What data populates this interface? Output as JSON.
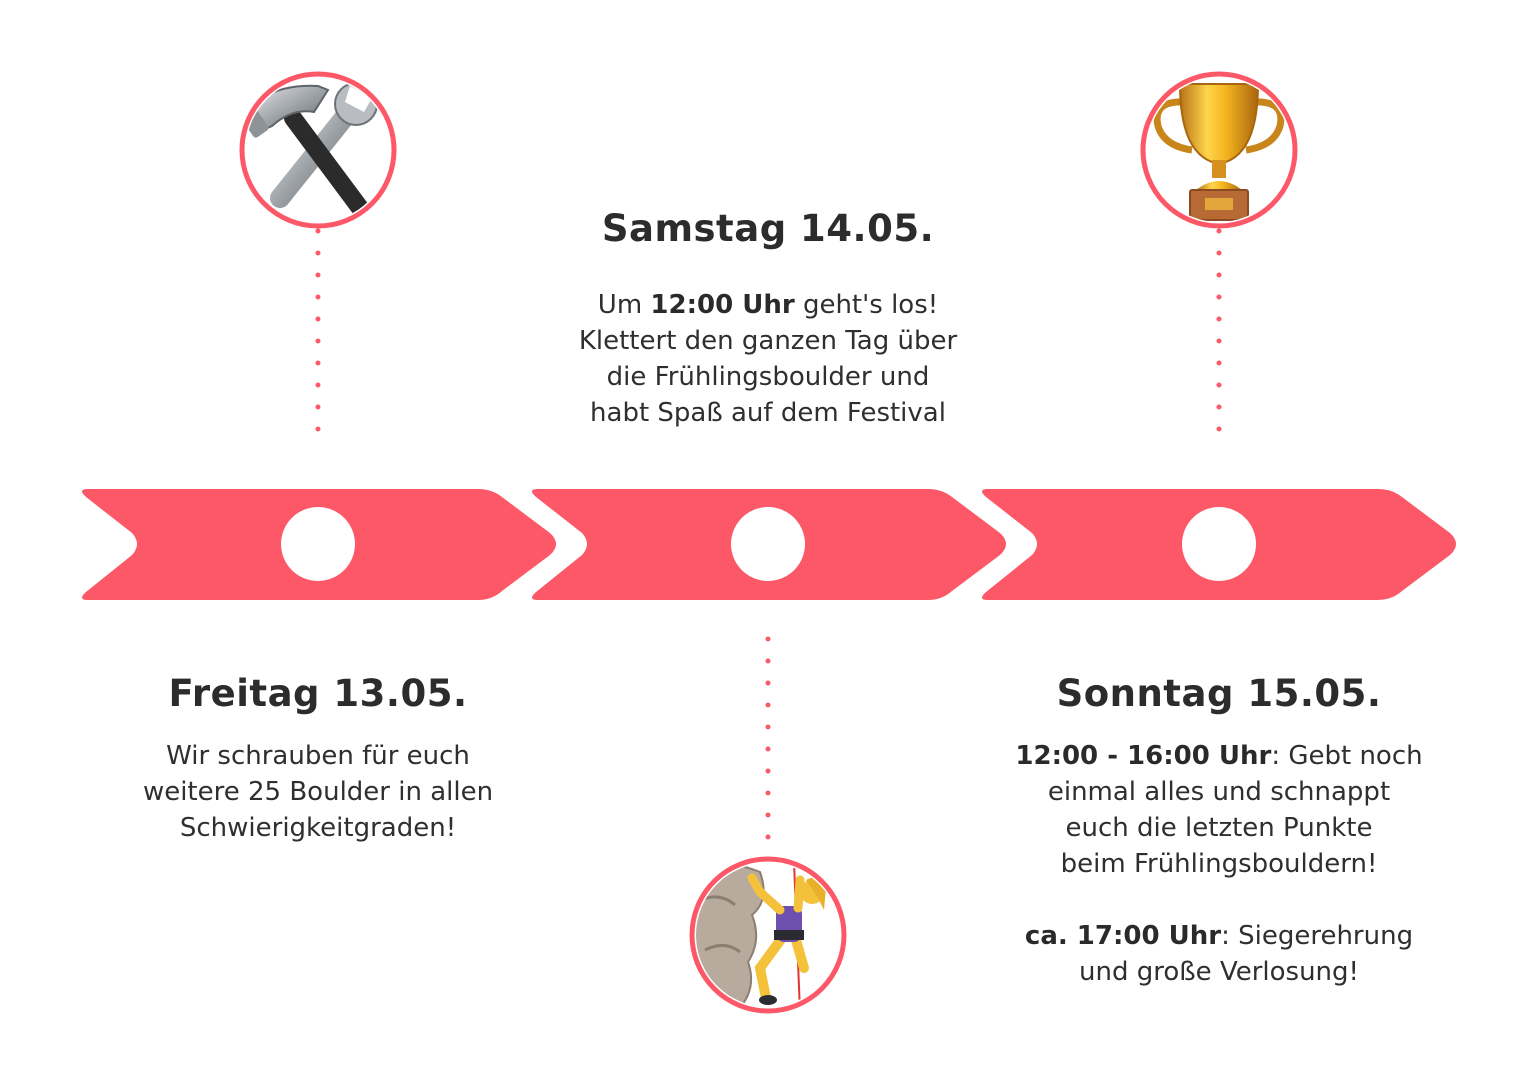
{
  "accent_color": "#fd5868",
  "events": [
    {
      "heading": "Freitag 13.05.",
      "icon": "hammer-and-wrench-icon",
      "lines": [
        "Wir schrauben für euch",
        "weitere 25 Boulder in allen",
        "Schwierigkeitgraden!"
      ]
    },
    {
      "heading": "Samstag 14.05.",
      "icon": "woman-climbing-icon",
      "intro_pre": "Um ",
      "intro_bold": "12:00 Uhr",
      "intro_post": " geht's los!",
      "lines": [
        "Klettert den ganzen Tag über",
        "die Frühlingsboulder und",
        "habt Spaß auf dem Festival"
      ]
    },
    {
      "heading": "Sonntag 15.05.",
      "icon": "trophy-icon",
      "block1_bold": "12:00 - 16:00 Uhr",
      "block1_post": ": Gebt noch",
      "block1_lines": [
        "einmal alles und schnappt",
        "euch die letzten Punkte",
        "beim Frühlingsbouldern!"
      ],
      "block2_bold": "ca. 17:00 Uhr",
      "block2_post": ": Siegerehrung",
      "block2_lines": [
        "und große Verlosung!"
      ]
    }
  ]
}
